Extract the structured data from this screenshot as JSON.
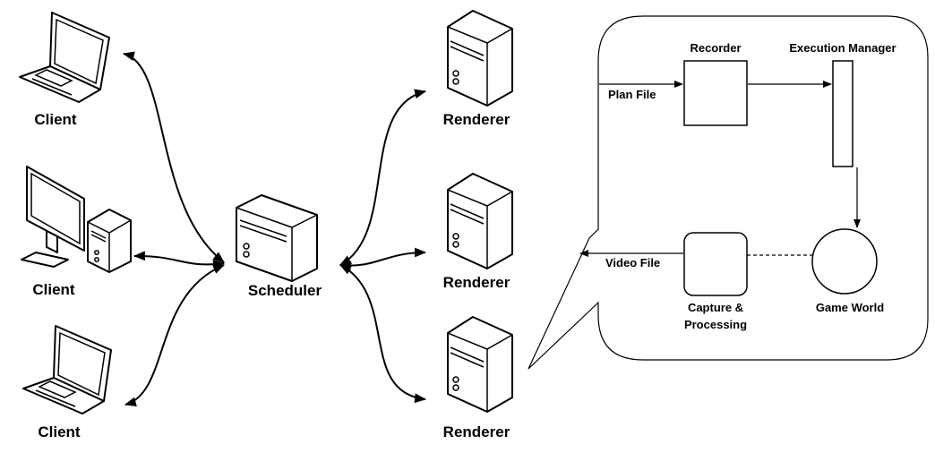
{
  "nodes": {
    "client_top": "Client",
    "client_middle": "Client",
    "client_bottom": "Client",
    "scheduler": "Scheduler",
    "renderer_top": "Renderer",
    "renderer_middle": "Renderer",
    "renderer_bottom": "Renderer"
  },
  "callout": {
    "recorder": "Recorder",
    "execution_manager": "Execution Manager",
    "plan_file": "Plan File",
    "video_file": "Video File",
    "capture_line1": "Capture &",
    "capture_line2": "Processing",
    "game_world": "Game World"
  },
  "icons": {
    "laptop": "laptop-icon",
    "desktop": "desktop-computer-icon",
    "server": "server-icon"
  }
}
